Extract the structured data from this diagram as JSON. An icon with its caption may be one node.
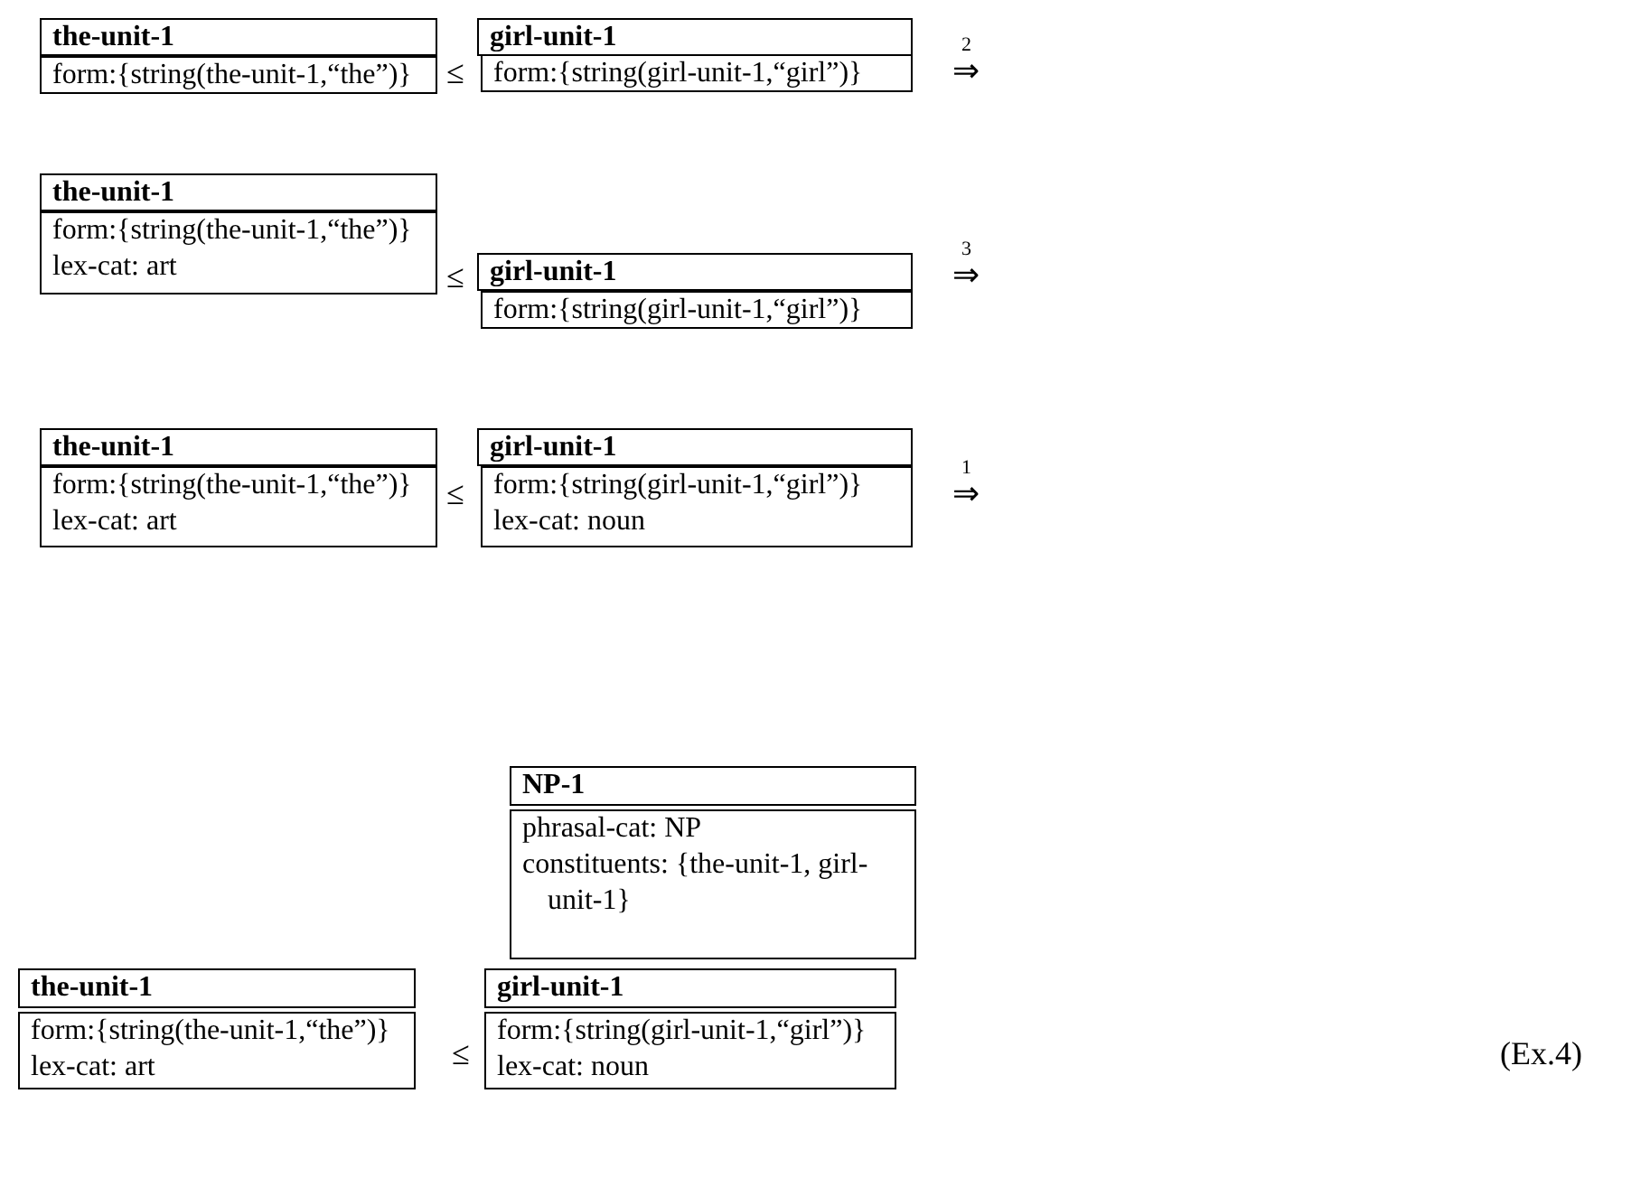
{
  "diagram": {
    "nodes": [
      {
        "text": [
          "the-unit-1"
        ]
      },
      {
        "text": [
          "form:{string(the-unit-1,“the”)}"
        ]
      },
      {
        "text": [
          "girl-unit-1"
        ]
      },
      {
        "text": [
          "form:{string(girl-unit-1,“girl”)}"
        ]
      },
      {
        "text": [
          "the-unit-1"
        ]
      },
      {
        "text": [
          "form:{string(the-unit-1,“the”)}",
          "lex-cat: art"
        ]
      },
      {
        "text": [
          "girl-unit-1"
        ]
      },
      {
        "text": [
          "form:{string(girl-unit-1,“girl”)}"
        ]
      },
      {
        "text": [
          "the-unit-1"
        ]
      },
      {
        "text": [
          "form:{string(the-unit-1,“the”)}",
          "lex-cat: art"
        ]
      },
      {
        "text": [
          "girl-unit-1"
        ]
      },
      {
        "text": [
          "form:{string(girl-unit-1,“girl”)}",
          "lex-cat: noun"
        ]
      },
      {
        "text": [
          "NP-1"
        ]
      },
      {
        "text": [
          "phrasal-cat: NP",
          "constituents: {the-unit-1, girl-unit-1}"
        ]
      },
      {
        "text": [
          "the-unit-1"
        ]
      },
      {
        "text": [
          "form:{string(the-unit-1,“the”)}",
          "lex-cat: art"
        ]
      },
      {
        "text": [
          "girl-unit-1"
        ]
      },
      {
        "text": [
          "form:{string(girl-unit-1,“girl”)}",
          "lex-cat: noun"
        ]
      }
    ],
    "labels": [
      "≤",
      "2",
      "⇒",
      "≤",
      "3",
      "⇒",
      "≤",
      "1",
      "⇒",
      "≤",
      "(Ex.4)"
    ]
  }
}
